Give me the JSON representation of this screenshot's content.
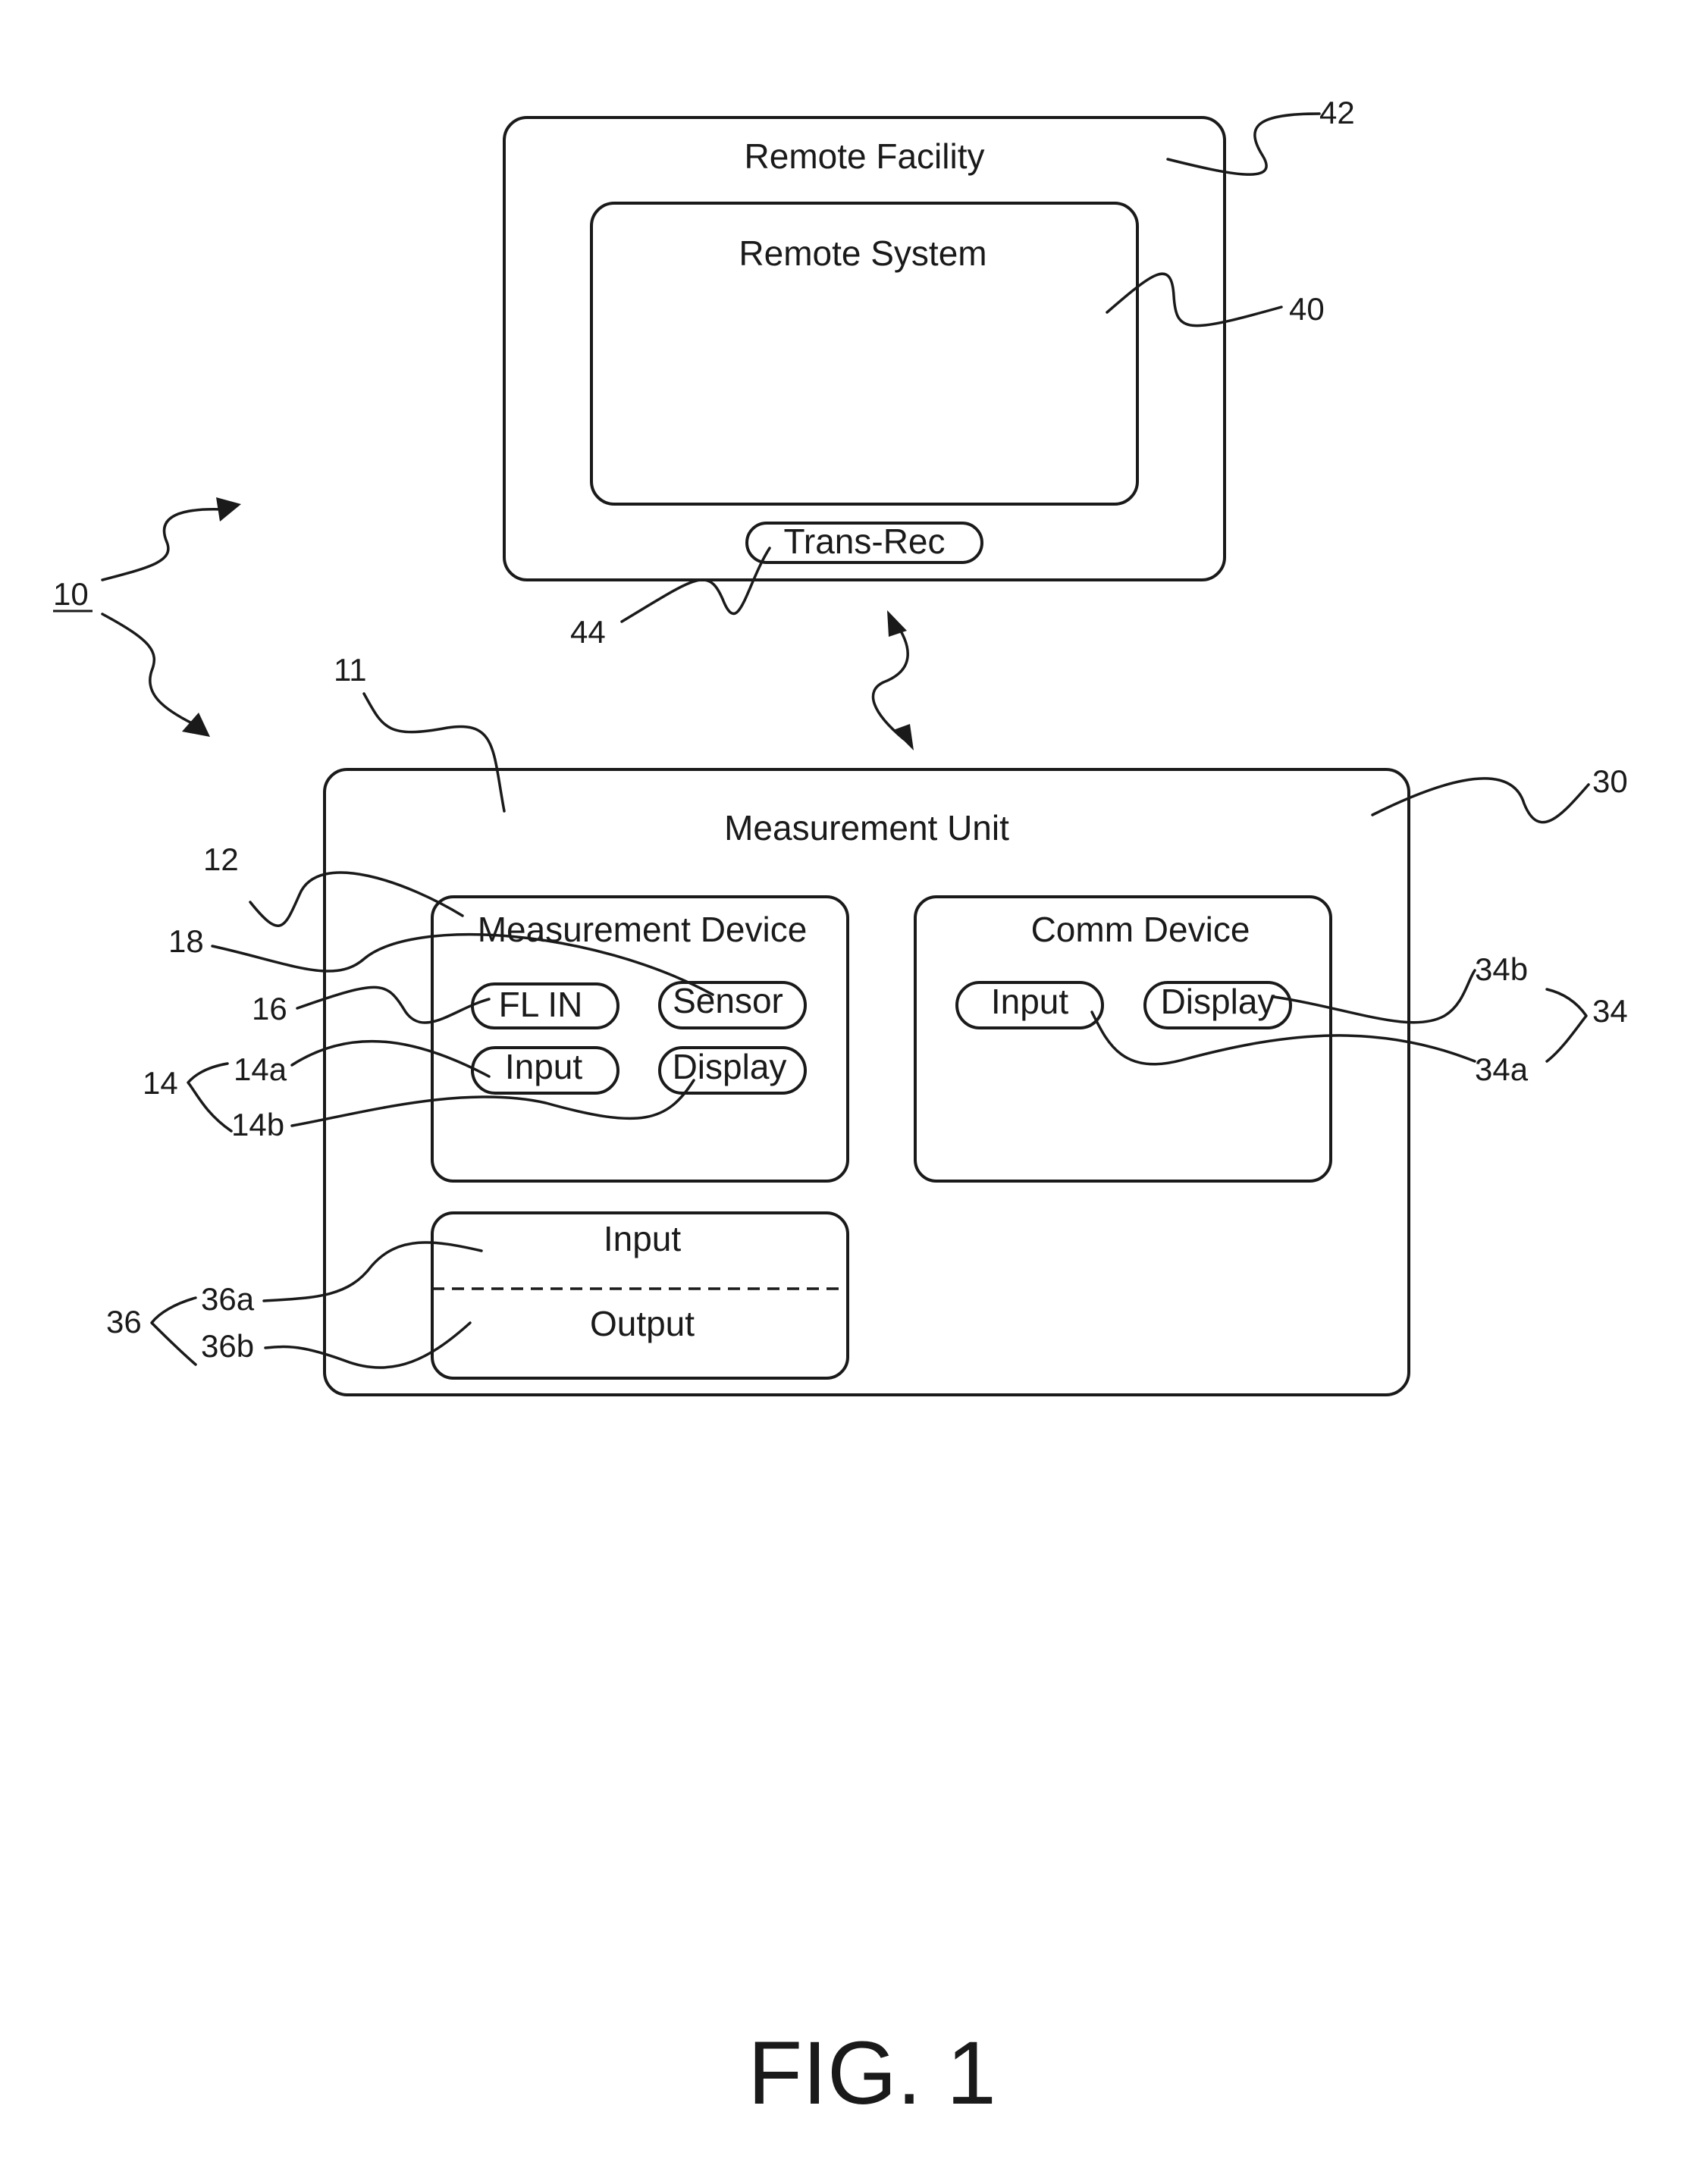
{
  "remote_facility": {
    "label": "Remote Facility",
    "ref": "42"
  },
  "remote_system": {
    "label": "Remote System",
    "ref": "40"
  },
  "trans_rec": {
    "label": "Trans-Rec",
    "ref": "44"
  },
  "system_ref": "10",
  "measurement_unit": {
    "label": "Measurement Unit",
    "ref_housing": "11",
    "ref": "30"
  },
  "measurement_device": {
    "label": "Measurement Device",
    "ref": "12",
    "fl_in": {
      "label": "FL IN",
      "ref": "16"
    },
    "sensor": {
      "label": "Sensor",
      "ref": "18"
    },
    "input": {
      "label": "Input",
      "ref": "14a"
    },
    "display": {
      "label": "Display",
      "ref": "14b"
    },
    "group_ref": "14"
  },
  "comm_device": {
    "label": "Comm Device",
    "input": {
      "label": "Input",
      "ref": "34a"
    },
    "display": {
      "label": "Display",
      "ref": "34b"
    },
    "group_ref": "34"
  },
  "io_unit": {
    "input": {
      "label": "Input",
      "ref": "36a"
    },
    "output": {
      "label": "Output",
      "ref": "36b"
    },
    "group_ref": "36"
  },
  "figure_label": "FIG. 1"
}
